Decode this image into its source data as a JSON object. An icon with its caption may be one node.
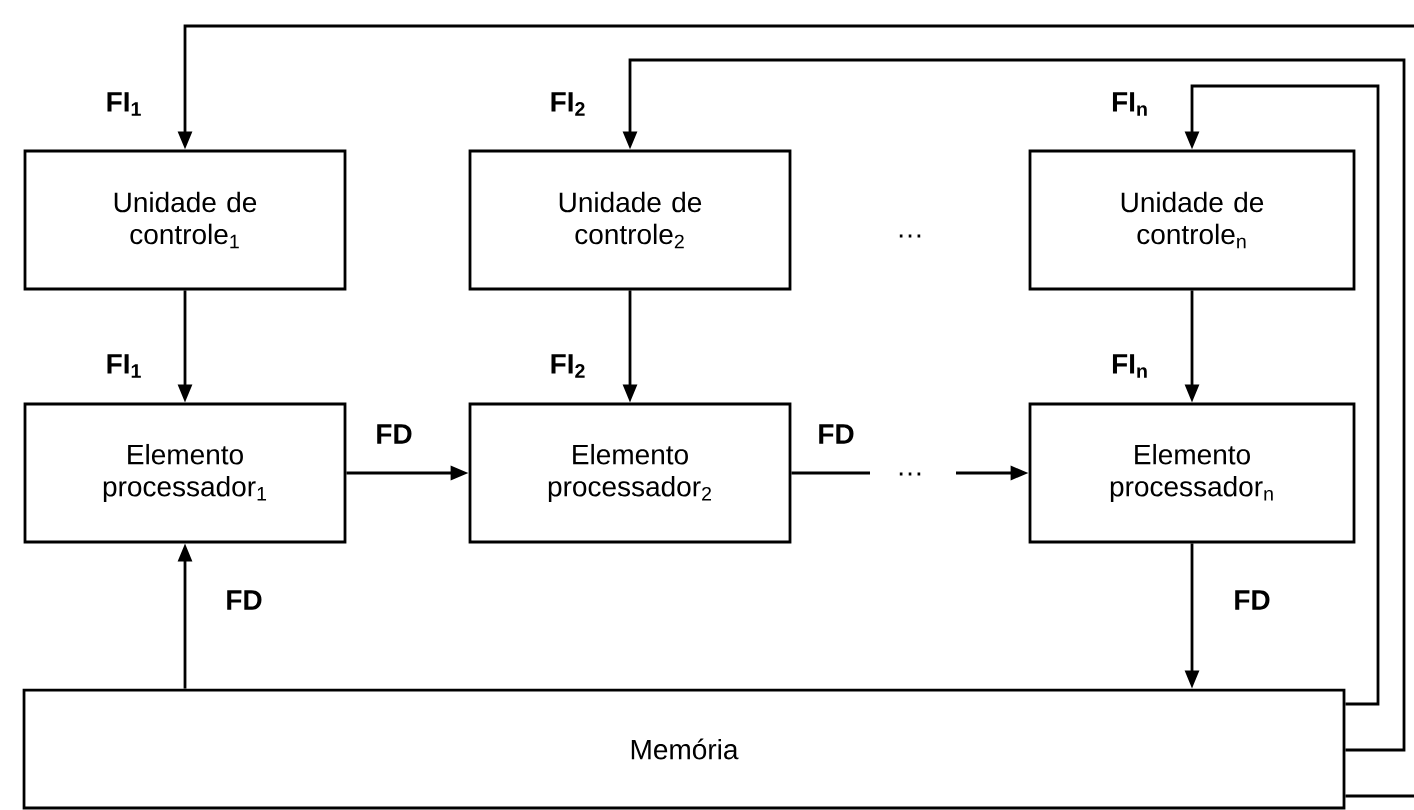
{
  "diagram": {
    "nodes": [
      {
        "text": [
          "Unidade de controle$_{1}$"
        ]
      },
      {
        "text": [
          "Unidade de controle$_{2}$"
        ]
      },
      {
        "text": [
          "Unidade de controle$_{n}$"
        ]
      },
      {
        "text": [
          "Elemento processador$_{1}$"
        ]
      },
      {
        "text": [
          "Elemento processador$_{2}$"
        ]
      },
      {
        "text": [
          "Elemento processador$_{n}$"
        ]
      },
      {
        "text": [
          "Memória"
        ]
      }
    ],
    "edges": [
      {
        "from": 6,
        "to": 0,
        "arrow": "to",
        "label": "FI$_{1}$"
      },
      {
        "from": 6,
        "to": 1,
        "arrow": "to",
        "label": "FI$_{2}$"
      },
      {
        "from": 6,
        "to": 2,
        "arrow": "to",
        "label": "FI$_{n}$"
      },
      {
        "from": 0,
        "to": 3,
        "arrow": "to",
        "label": "FI$_{1}$"
      },
      {
        "from": 1,
        "to": 4,
        "arrow": "to",
        "label": "FI$_{2}$"
      },
      {
        "from": 2,
        "to": 5,
        "arrow": "to",
        "label": "FI$_{n}$"
      },
      {
        "from": 3,
        "to": 4,
        "arrow": "to",
        "label": "FD"
      },
      {
        "from": 4,
        "to": null,
        "arrow": "none",
        "label": "FD"
      },
      {
        "from": null,
        "to": 5,
        "arrow": "to"
      },
      {
        "from": 5,
        "to": 6,
        "arrow": "to",
        "label": "FD"
      },
      {
        "from": 6,
        "to": 3,
        "arrow": "to",
        "label": "FD"
      }
    ],
    "labels": [
      "…",
      "…"
    ]
  }
}
